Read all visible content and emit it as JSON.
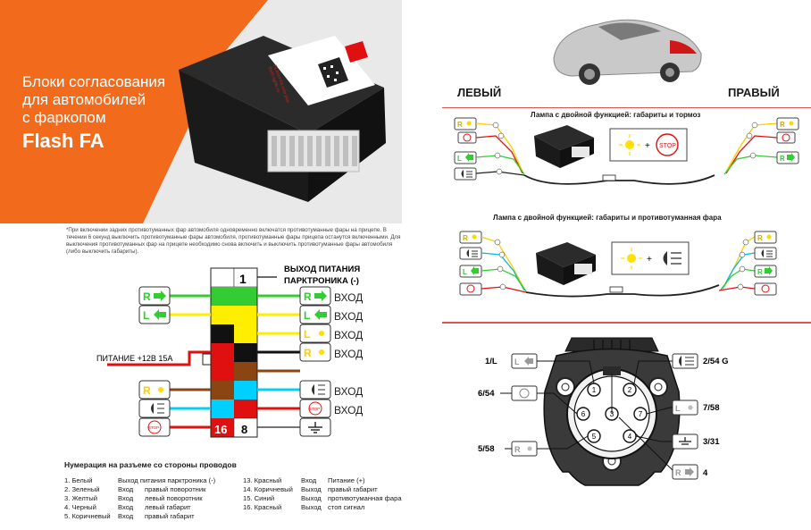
{
  "banner": {
    "title_lines": [
      "Блоки согласования",
      "для автомобилей",
      "с фаркопом"
    ],
    "brand": "Flash FA",
    "product_label_lines": [
      "FLASH-FA mini plus",
      "flash-lights.ru"
    ],
    "colors": {
      "orange": "#f26b1d",
      "gray": "#e9e9e9",
      "box": "#1e1e1e"
    }
  },
  "footnote": "*При включении задних противотуманных фар автомобиля одновременно включатся противотуманные фары на прицепе. В течении 6 секунд выключить противотуманные фары автомобиля, противотуманные фары прицепа останутся включенными. Для выключения противотуманных фар на прицепе необходимо снова включить и выключить противотуманные фары автомобиля (либо выключить габариты).",
  "connector": {
    "pin1": "1",
    "pin16": "16",
    "pin8": "8",
    "output_label_lines": [
      "ВЫХОД ПИТАНИЯ",
      "ПАРКТРОНИКА (-)"
    ],
    "power_label": "ПИТАНИЕ +12В 15А",
    "input_label": "ВХОД",
    "wire_colors": {
      "left": [
        "#ffffff",
        "#33cc33",
        "#ffee00",
        "#111111",
        "#e01010",
        "#8b4513",
        "#00d0ff",
        "#e01010"
      ],
      "right": [
        "#ffffff",
        "#ffee00",
        "#111111",
        "#e01010",
        "#8b4513",
        "#00d0ff",
        "#e01010",
        "#ffffff"
      ]
    }
  },
  "numbering": {
    "title": "Нумерация на разъеме со стороны проводов",
    "left": [
      {
        "n": "1. Белый",
        "type": "Выход питания парктроника (-)",
        "desc": ""
      },
      {
        "n": "2. Зеленый",
        "type": "Вход",
        "desc": "правый поворотник"
      },
      {
        "n": "3. Желтый",
        "type": "Вход",
        "desc": "левый поворотник"
      },
      {
        "n": "4. Черный",
        "type": "Вход",
        "desc": "левый габарит"
      },
      {
        "n": "5. Коричневый",
        "type": "Вход",
        "desc": "правый габарит"
      }
    ],
    "right": [
      {
        "n": "13. Красный",
        "type": "Вход",
        "desc": "Питание (+)"
      },
      {
        "n": "14. Коричневый",
        "type": "Выход",
        "desc": "правый габарит"
      },
      {
        "n": "15. Синий",
        "type": "Выход",
        "desc": "противотуманная фара"
      },
      {
        "n": "16. Красный",
        "type": "Выход",
        "desc": "стоп сигнал"
      }
    ]
  },
  "diagrams": {
    "left_label": "ЛЕВЫЙ",
    "right_label": "ПРАВЫЙ",
    "caption1": "Лампа с двойной функцией: габариты и тормоз",
    "caption2": "Лампа с двойной функцией: габариты и противотуманная фара",
    "stop": "STOP",
    "plus": "+"
  },
  "socket": {
    "pins": {
      "p1": "1/L",
      "p2": "2/54 G",
      "p3": "6/54",
      "p4": "7/58",
      "p5": "5/58",
      "p6": "3/31",
      "p7": "4"
    },
    "numbers": [
      "1",
      "2",
      "3",
      "4",
      "5",
      "6",
      "7"
    ]
  }
}
